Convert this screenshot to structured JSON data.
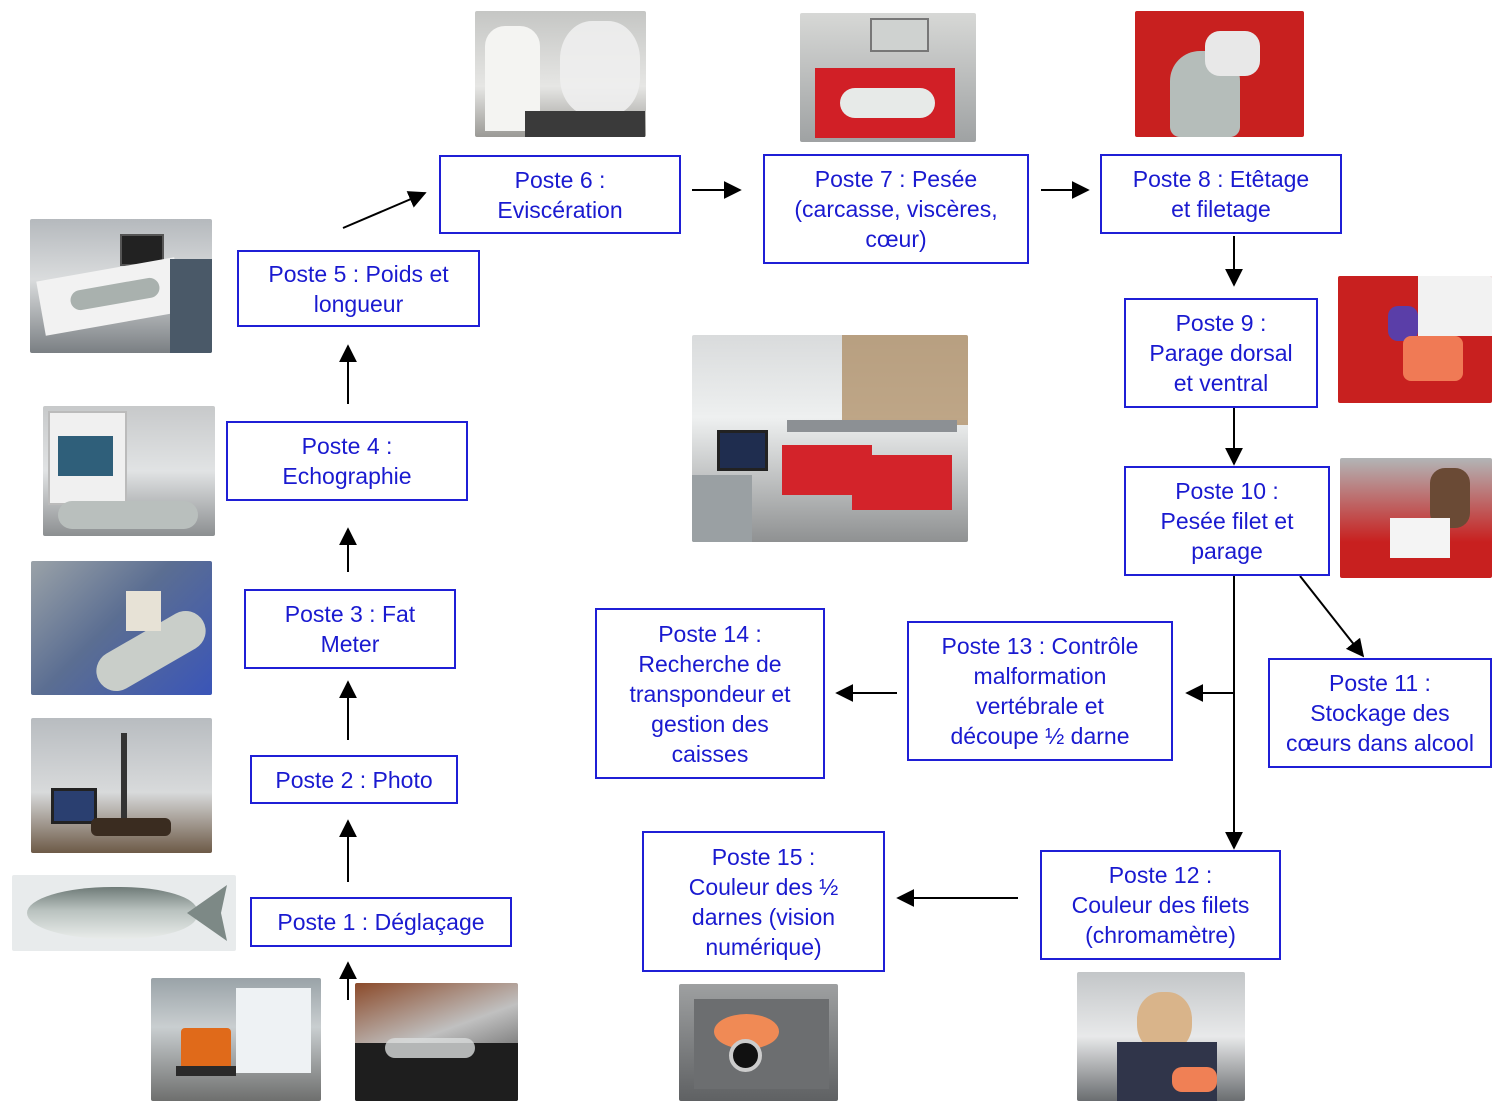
{
  "diagram": {
    "poste1": "Poste 1 : Déglaçage",
    "poste2": "Poste 2 : Photo",
    "poste3": "Poste 3 : Fat\nMeter",
    "poste4": "Poste 4 :\nEchographie",
    "poste5": "Poste 5 : Poids et\nlongueur",
    "poste6": "Poste 6 :\nEviscération",
    "poste7": "Poste 7 : Pesée\n(carcasse, viscères,\ncœur)",
    "poste8": "Poste 8 : Etêtage\net filetage",
    "poste9": "Poste 9 :\nParage dorsal\net ventral",
    "poste10": "Poste 10 :\nPesée filet et\nparage",
    "poste11": "Poste 11 :\nStockage des\ncœurs dans alcool",
    "poste12": "Poste 12 :\nCouleur des filets\n(chromamètre)",
    "poste13": "Poste 13 : Contrôle\nmalformation\nvertébrale et\ndécoupe ½ darne",
    "poste14": "Poste 14 :\nRecherche de\ntranspondeur et\ngestion des\ncaisses",
    "poste15": "Poste 15 :\nCouleur des ½\ndarnes (vision\nnumérique)"
  },
  "colors": {
    "box_border": "#1f1fd6",
    "box_text": "#1a1ad0",
    "arrow": "#000000"
  }
}
